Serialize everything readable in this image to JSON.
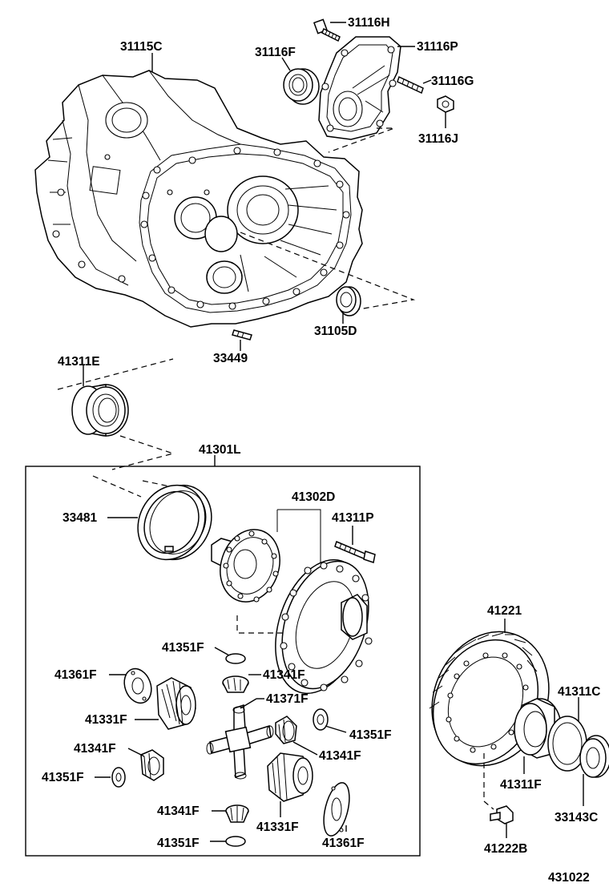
{
  "labels": {
    "p31116H": "31116H",
    "p31115C": "31115C",
    "p31116F": "31116F",
    "p31116P": "31116P",
    "p31116G": "31116G",
    "p31116J": "31116J",
    "p31105D": "31105D",
    "p33449": "33449",
    "p41311E": "41311E",
    "p41301L": "41301L",
    "p41302D": "41302D",
    "p41311P": "41311P",
    "p33481": "33481",
    "p41351F_a": "41351F",
    "p41341F_a": "41341F",
    "p41361F_a": "41361F",
    "p41371F": "41371F",
    "p41331F_a": "41331F",
    "p41351F_b": "41351F",
    "p41341F_b": "41341F",
    "p41341F_c": "41341F",
    "p41351F_c": "41351F",
    "p41341F_d": "41341F",
    "p41331F_b": "41331F",
    "p41351F_d": "41351F",
    "p41361F_b": "41361F",
    "p41221": "41221",
    "p41311C": "41311C",
    "p41311F": "41311F",
    "p33143C": "33143C",
    "p41222B": "41222B",
    "figure_code": "431022"
  }
}
